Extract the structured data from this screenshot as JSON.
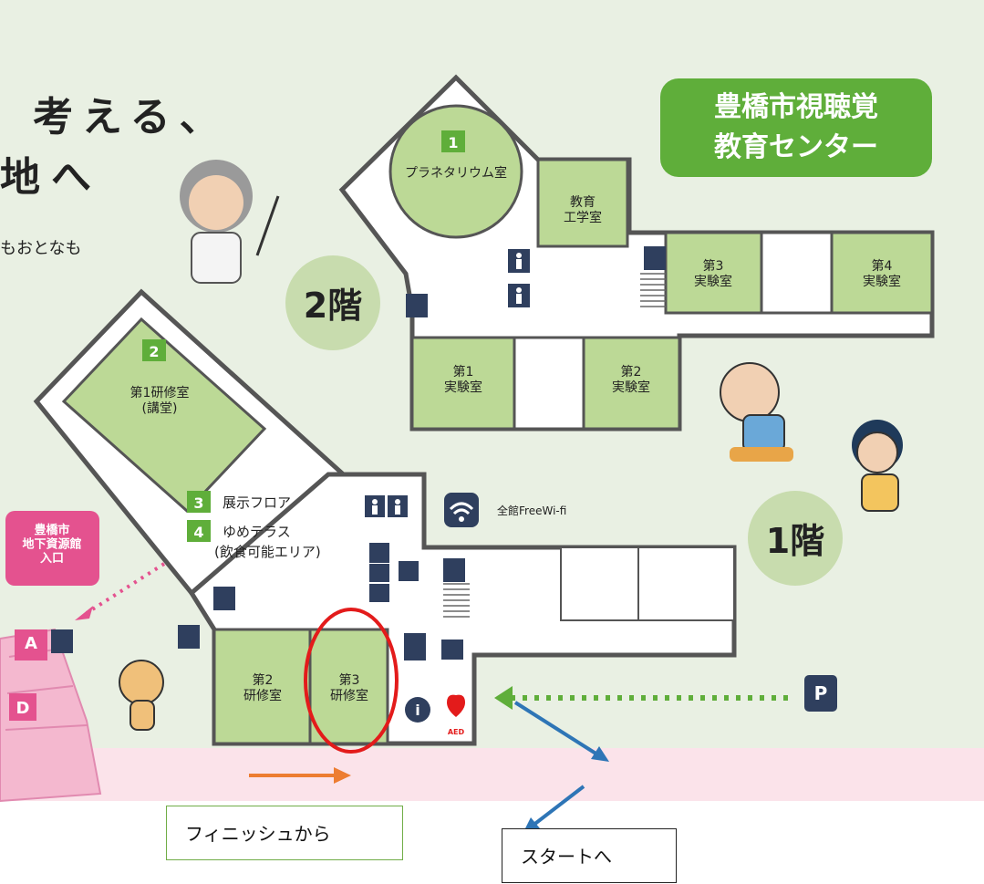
{
  "map": {
    "title_line1": "豊橋市視聴覚",
    "title_line2": "教育センター",
    "tagline_top": "考える、",
    "tagline_mid": "地へ",
    "tagline_small": "もおとなも",
    "floor_2": "2階",
    "floor_1": "1階",
    "rooms": {
      "planetarium_num": "1",
      "planetarium": "プラネタリウム室",
      "edu_eng": "教育\n工学室",
      "lab1": "第1\n実験室",
      "lab2": "第2\n実験室",
      "lab3": "第3\n実験室",
      "lab4": "第4\n実験室",
      "training1_num": "2",
      "training1": "第1研修室\n(講堂)",
      "training2": "第2\n研修室",
      "training3": "第3\n研修室"
    },
    "legend": {
      "exhibit_num": "3",
      "exhibit": "展示フロア",
      "terrace_num": "4",
      "terrace": "ゆめテラス",
      "terrace_note": "(飲食可能エリア)",
      "wifi": "全館FreeWi-fi"
    },
    "underground": "豊橋市\n地下資源館\n入口",
    "marker_a": "A",
    "marker_d": "D",
    "aed": "AED",
    "info": "i",
    "parking": "P"
  },
  "annotations": {
    "from_finish": "フィニッシュから",
    "to_start": "スタートへ"
  },
  "colors": {
    "room_green": "#bcd996",
    "bg_green": "#e9f0e3",
    "accent_green": "#5fae3a",
    "pink": "#e4528f",
    "route_red": "#e31b1b",
    "arrow_orange": "#ed7d31",
    "arrow_blue": "#2e75b6"
  }
}
